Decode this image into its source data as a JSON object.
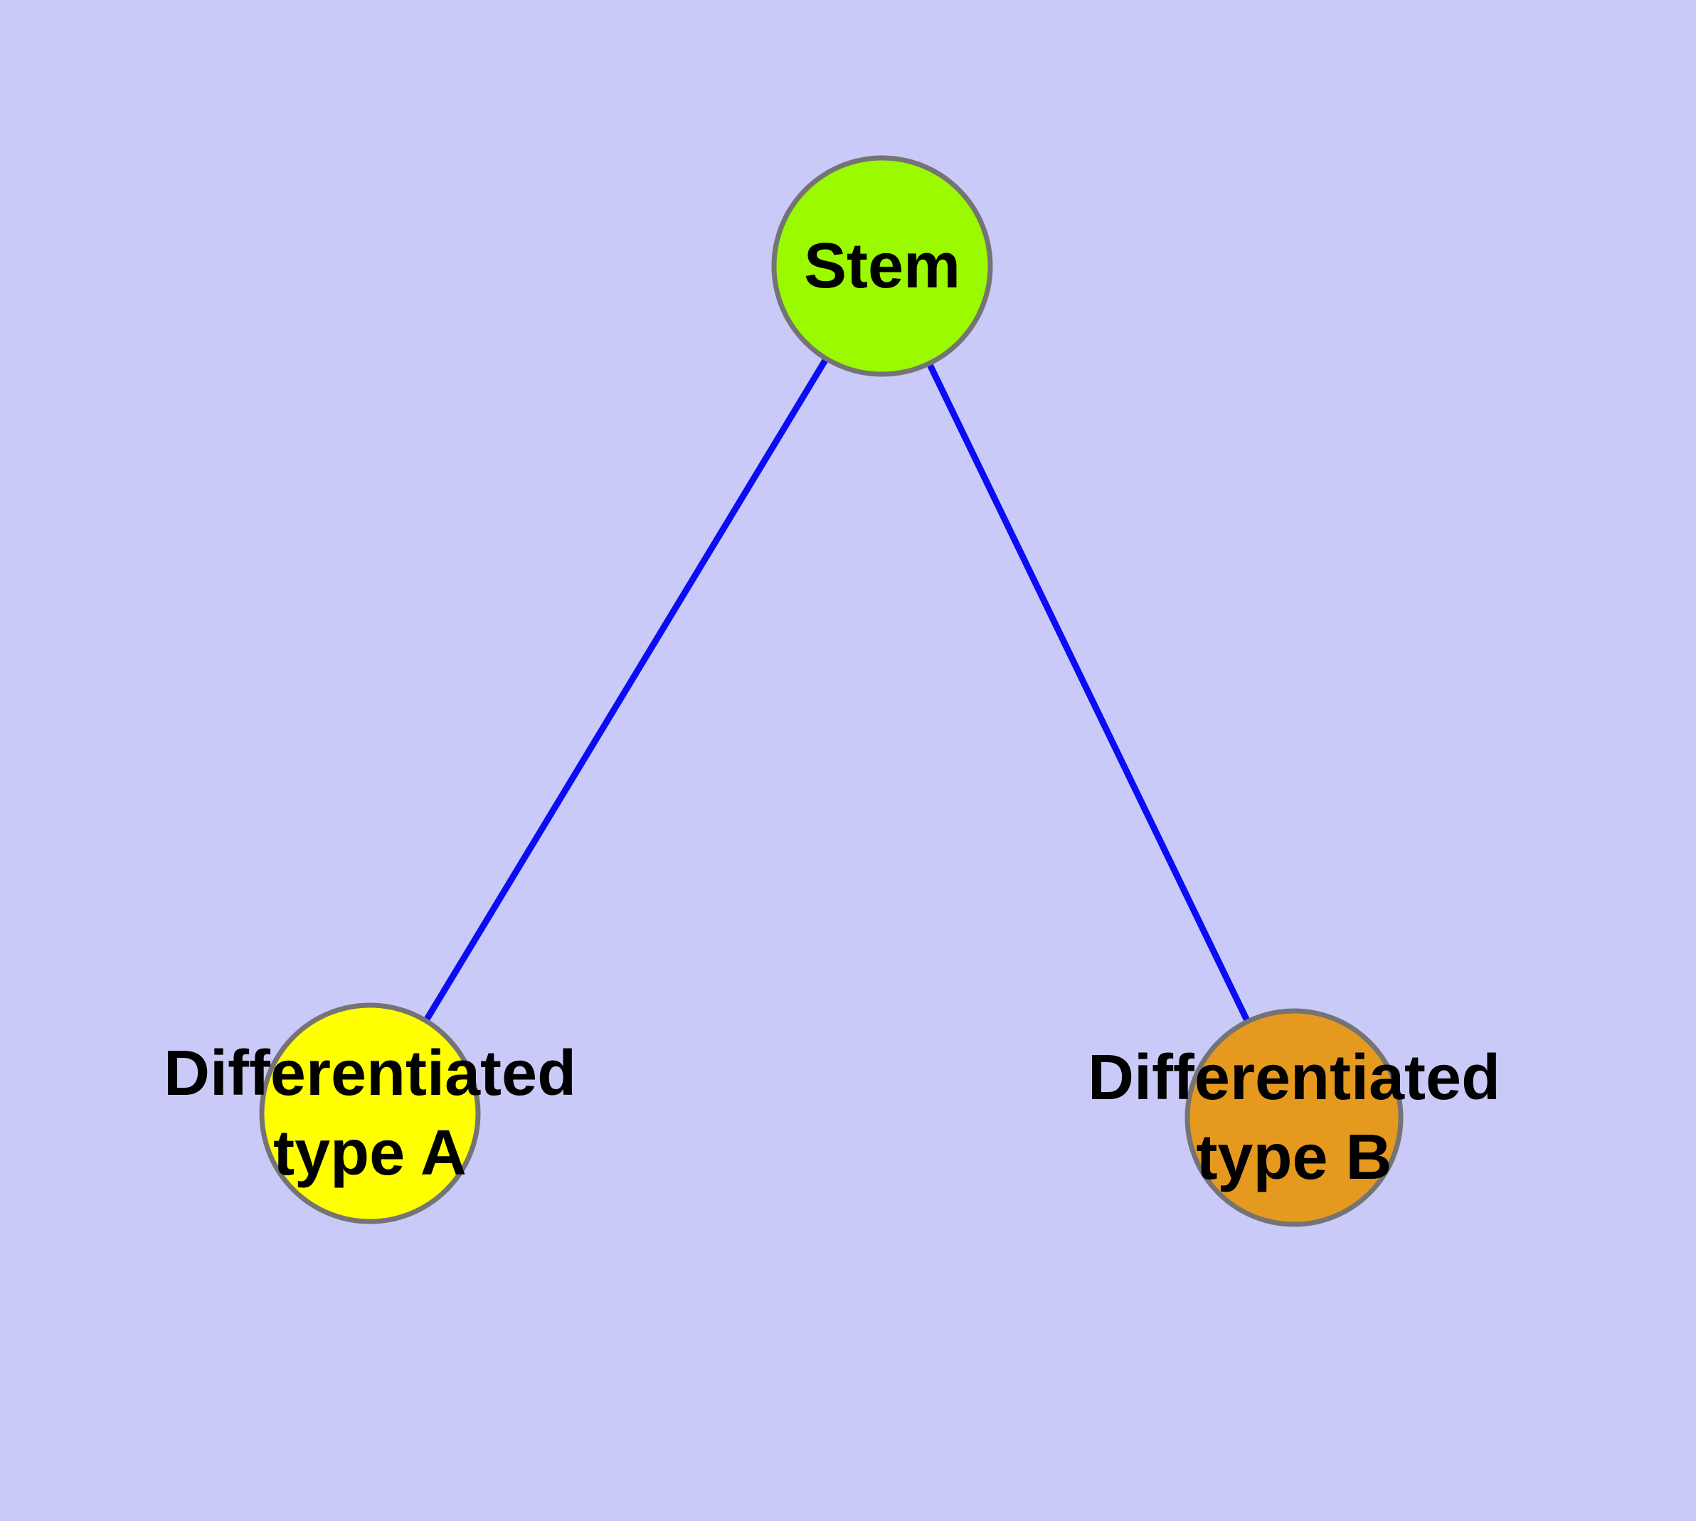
{
  "colors": {
    "background": "#CACAF8",
    "edge": "#0B0BF5",
    "node_border": "#747474",
    "label_text": "#000000"
  },
  "diagram": {
    "type": "node-link-graph",
    "nodes": {
      "stem": {
        "label": "Stem",
        "fill": "#9BF900"
      },
      "typeA": {
        "label_line1": "Differentiated",
        "label_line2": "type A",
        "fill": "#FFFF00"
      },
      "typeB": {
        "label_line1": "Differentiated",
        "label_line2": "type B",
        "fill": "#E5991E"
      }
    },
    "edges": [
      {
        "from": "Stem",
        "to": "Differentiated type A"
      },
      {
        "from": "Stem",
        "to": "Differentiated type B"
      }
    ]
  }
}
